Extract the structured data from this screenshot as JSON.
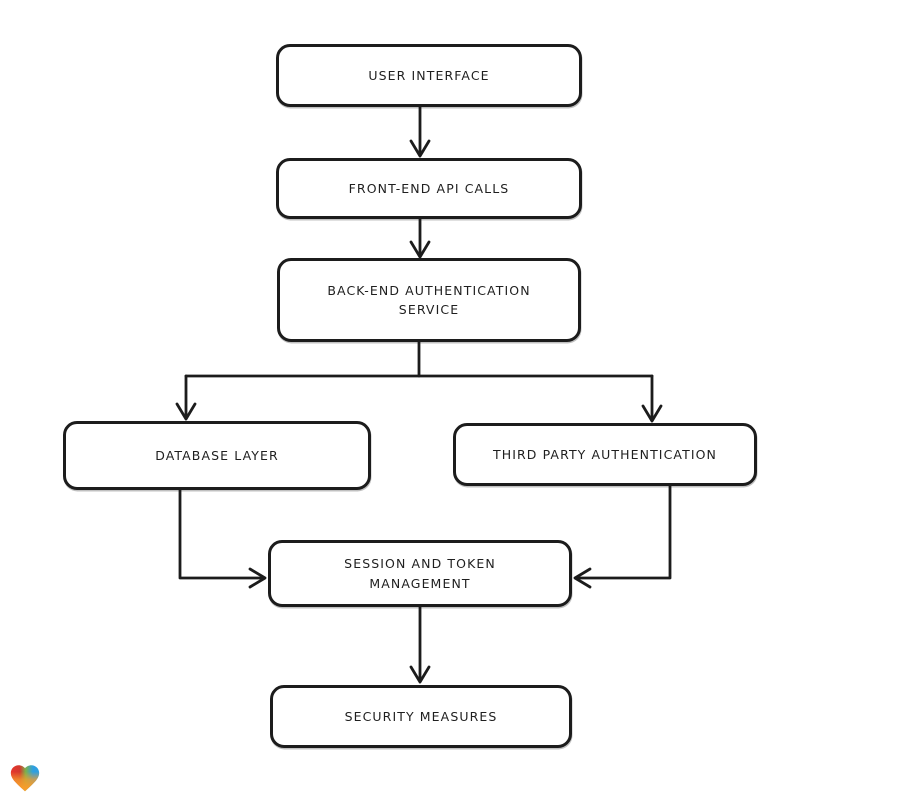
{
  "diagram": {
    "title": "authentication-flow-diagram",
    "background": "#ffffff",
    "stroke_color": "#1c1c1c",
    "node_fill": "#ffffff",
    "nodes": {
      "user_interface": {
        "label": "USER INTERFACE"
      },
      "front_end_api_calls": {
        "label": "FRONT-END API CALLS"
      },
      "back_end_auth_service": {
        "label": "BACK-END AUTHENTICATION SERVICE"
      },
      "database_layer": {
        "label": "DATABASE LAYER"
      },
      "third_party_auth": {
        "label": "THIRD PARTY AUTHENTICATION"
      },
      "session_token_mgmt": {
        "label": "SESSION AND TOKEN MANAGEMENT"
      },
      "security_measures": {
        "label": "SECURITY MEASURES"
      }
    },
    "edges": [
      {
        "from": "user_interface",
        "to": "front_end_api_calls"
      },
      {
        "from": "front_end_api_calls",
        "to": "back_end_auth_service"
      },
      {
        "from": "back_end_auth_service",
        "to": "database_layer"
      },
      {
        "from": "back_end_auth_service",
        "to": "third_party_auth"
      },
      {
        "from": "database_layer",
        "to": "session_token_mgmt"
      },
      {
        "from": "third_party_auth",
        "to": "session_token_mgmt"
      },
      {
        "from": "session_token_mgmt",
        "to": "security_measures"
      }
    ],
    "logo": {
      "name": "gradient-heart-logo",
      "colors": {
        "red": "#e8362c",
        "green": "#7cb249",
        "blue": "#2f9fe0",
        "orange": "#f59d2b"
      }
    }
  }
}
